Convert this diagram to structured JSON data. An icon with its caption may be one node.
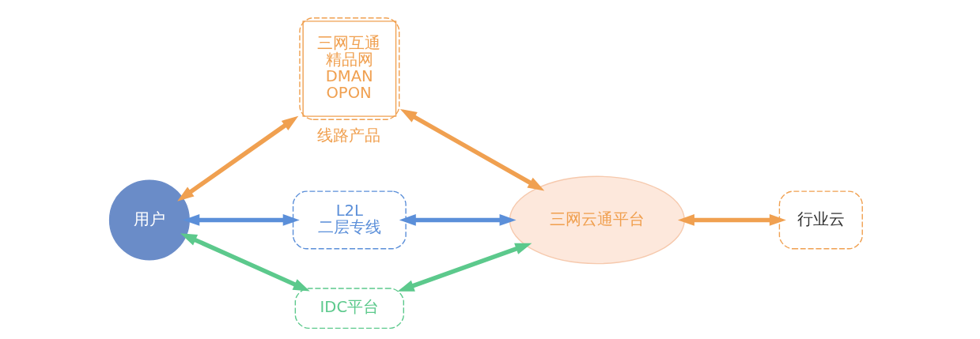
{
  "diagram": {
    "nodes": [
      {
        "text": [
          "用户"
        ]
      },
      {
        "text": [
          "三网互通",
          "精品网",
          "DMAN",
          "OPON"
        ],
        "beside": [
          "线路产品"
        ]
      },
      {
        "text": [
          "L2L",
          "二层专线"
        ]
      },
      {
        "text": [
          "IDC平台"
        ]
      },
      {
        "text": [
          "三网云通平台"
        ]
      },
      {
        "text": [],
        "shape": "box"
      },
      {
        "text": [
          "行业云"
        ],
        "in": 5
      }
    ],
    "edges": [
      {
        "from": 0,
        "to": 1,
        "arrow": "both"
      },
      {
        "from": 0,
        "to": 2,
        "arrow": "both",
        "color": "#5b8fd9"
      },
      {
        "from": 0,
        "to": 3,
        "arrow": "both",
        "color": "#5cc98c"
      },
      {
        "from": 1,
        "to": 4,
        "arrow": "both"
      },
      {
        "from": 2,
        "to": 4,
        "arrow": "both",
        "color": "#5b8fd9"
      },
      {
        "from": 3,
        "to": 4,
        "arrow": "both",
        "color": "#5cc98c"
      },
      {
        "from": 4,
        "to": 5,
        "arrow": "both"
      }
    ]
  }
}
